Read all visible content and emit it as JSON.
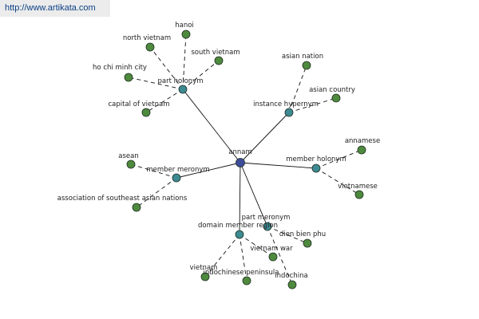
{
  "url": "http://www.artikata.com",
  "colors": {
    "center": "#3d4c9a",
    "relation": "#3d8a92",
    "leaf": "#4e8a3e",
    "edge": "#111111"
  },
  "graph": {
    "center": {
      "id": "annam",
      "label": "annam"
    },
    "relations": [
      {
        "id": "part-holonym",
        "label": "part holonym",
        "leaves": [
          "hanoi",
          "north vietnam",
          "south vietnam",
          "ho chi minh city",
          "capital of vietnam"
        ]
      },
      {
        "id": "instance-hypernym",
        "label": "instance hypernym",
        "leaves": [
          "asian nation",
          "asian country"
        ]
      },
      {
        "id": "member-holonym",
        "label": "member holonym",
        "leaves": [
          "annamese",
          "vietnamese"
        ]
      },
      {
        "id": "member-meronym",
        "label": "member meronym",
        "leaves": [
          "asean",
          "association of southeast asian nations"
        ]
      },
      {
        "id": "domain-member-region",
        "label": "domain member region",
        "leaves": [
          "vietnam war",
          "vietnam",
          "indochinese peninsula"
        ]
      },
      {
        "id": "part-meronym",
        "label": "part meronym",
        "leaves": [
          "dien bien phu",
          "indochina"
        ]
      }
    ]
  }
}
